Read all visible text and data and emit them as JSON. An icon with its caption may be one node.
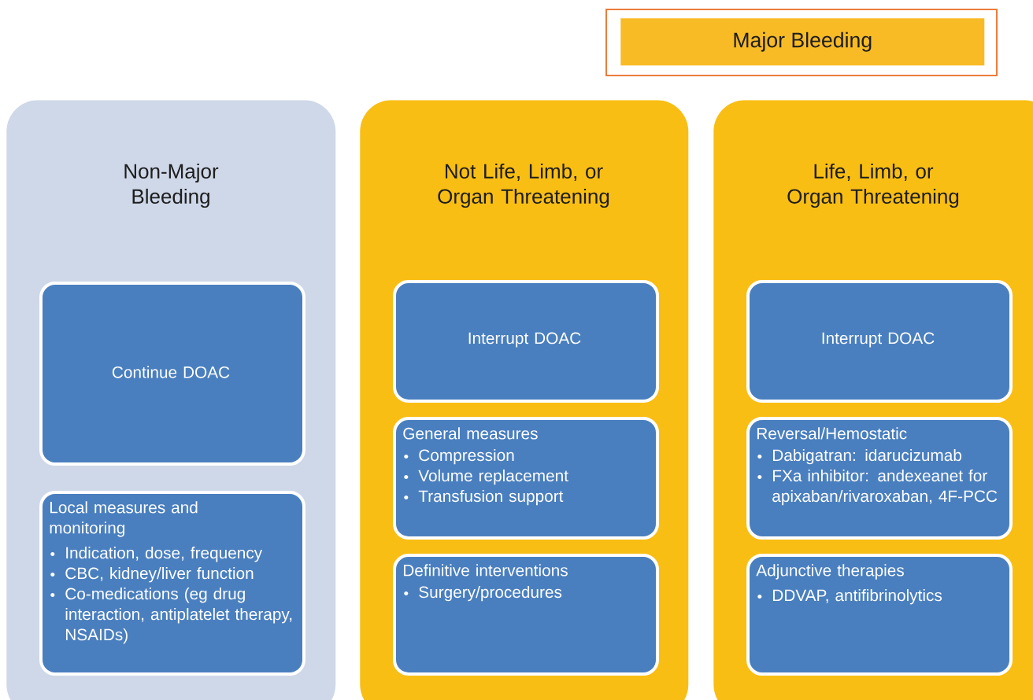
{
  "diagram": {
    "nodes": [
      {
        "text": [
          "Major Bleeding"
        ]
      },
      {
        "text": [
          "Non-Major Bleeding"
        ]
      },
      {
        "text": [
          "Continue DOAC"
        ],
        "in": 1
      },
      {
        "text": [
          "Local measures and monitoring",
          "Indication, dose, frequency",
          "CBC, kidney/liver function",
          "Co-medications (eg drug interaction, antiplatelet therapy, NSAIDs)"
        ],
        "in": 1
      },
      {
        "text": [
          "Not Life, Limb, or Organ Threatening"
        ]
      },
      {
        "text": [
          "Interrupt DOAC"
        ],
        "in": 4
      },
      {
        "text": [
          "General measures",
          "Compression",
          "Volume replacement",
          "Transfusion support"
        ],
        "in": 4
      },
      {
        "text": [
          "Definitive interventions",
          "Surgery/procedures"
        ],
        "in": 4
      },
      {
        "text": [
          "Life, Limb, or Organ Threatening"
        ]
      },
      {
        "text": [
          "Interrupt DOAC"
        ],
        "in": 8
      },
      {
        "text": [
          "Reversal/Hemostatic",
          "Dabigatran: idarucizumab",
          "FXa inhibitor: andexeanet for apixaban/rivaroxaban, 4F-PCC"
        ],
        "in": 8
      },
      {
        "text": [
          "Adjunctive therapies",
          "DDVAP, antifibrinolytics"
        ],
        "in": 8
      }
    ]
  }
}
